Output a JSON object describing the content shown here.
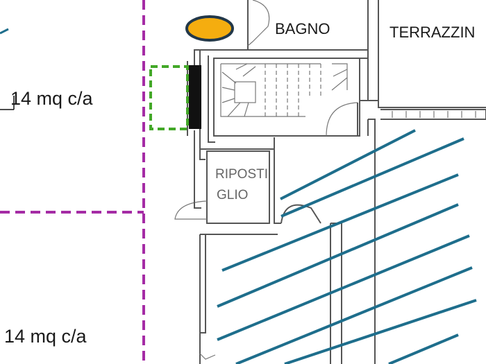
{
  "rooms": {
    "bagno": "BAGNO",
    "terrazzino": "TERRAZZIN",
    "ripostiglio_line1": "RIPOSTI",
    "ripostiglio_line2": "GLIO"
  },
  "areas": {
    "top": "14 mq c/a",
    "bottom": "14 mq c/a"
  },
  "colors": {
    "boundary_dashed": "#a52ca5",
    "hatch": "#1e6e8c",
    "marker_fill": "#f5ad0f",
    "marker_outline": "#22384a",
    "green_outline": "#43a828",
    "black_bar": "#111111"
  }
}
